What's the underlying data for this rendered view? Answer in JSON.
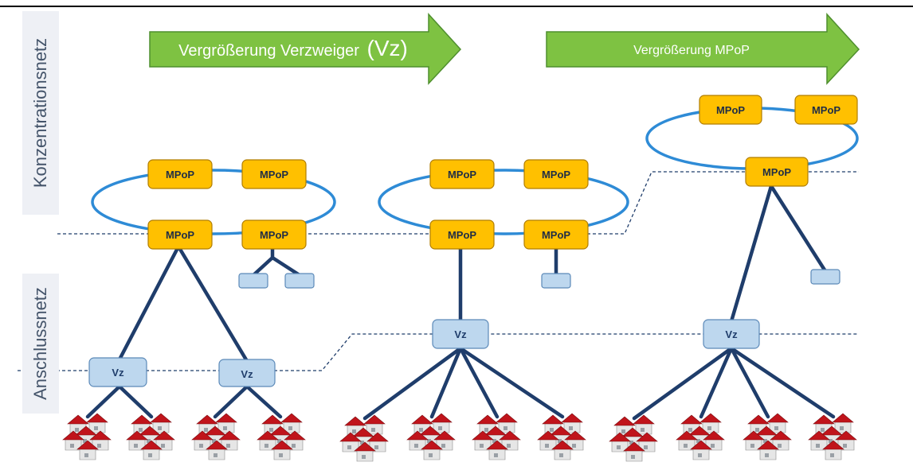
{
  "top_rule_color": "#000000",
  "arrows": {
    "left_label": "Vergrößerung Verzweiger ",
    "left_label_suffix": "(Vz)",
    "right_label": "Vergrößerung MPoP",
    "fill": "#7ec242",
    "stroke": "#4f8f2e"
  },
  "side_labels": {
    "top": "Konzentrationsnetz",
    "bottom": "Anschlussnetz",
    "background": "#eef0f5",
    "text_color": "#44546a"
  },
  "node_labels": {
    "mpop": "MPoP",
    "vz": "Vz"
  },
  "colors": {
    "mpop_fill": "#ffc000",
    "mpop_stroke": "#b07d00",
    "vz_fill": "#bdd7ee",
    "vz_stroke": "#5b89b8",
    "ring": "#2e8bd6",
    "link": "#1f3d6b",
    "dashed": "#1f3d6b",
    "roof": "#c0141b",
    "wall": "#e6e6e6"
  },
  "icons": [
    "house-cluster-icon"
  ]
}
